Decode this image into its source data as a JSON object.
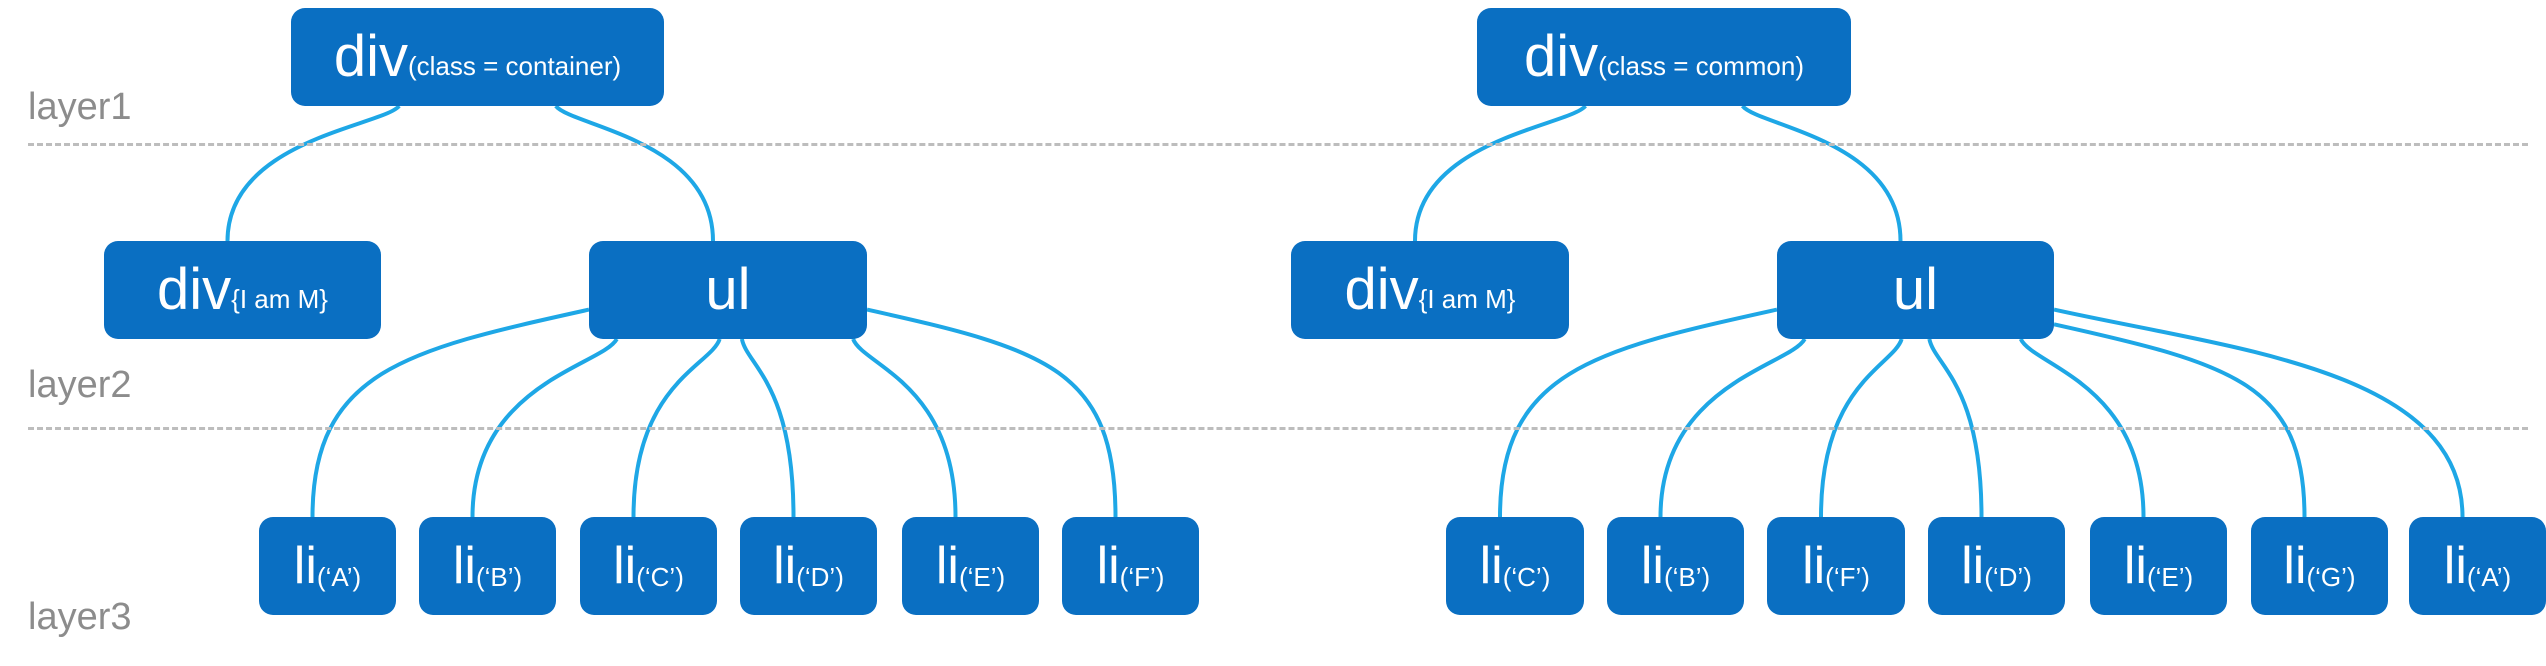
{
  "layers": {
    "layer1": "layer1",
    "layer2": "layer2",
    "layer3": "layer3"
  },
  "colors": {
    "node": "#0a6fc2",
    "edge": "#1ea7e6",
    "divider": "#bdbdbd",
    "label": "#8c8c8c"
  },
  "trees": [
    {
      "root": {
        "tag": "div",
        "detail": "(class = container)"
      },
      "child_div": {
        "tag": "div",
        "detail": "{I am M}"
      },
      "list": {
        "tag": "ul"
      },
      "items": [
        {
          "tag": "li",
          "detail": "(‘A’)"
        },
        {
          "tag": "li",
          "detail": "(‘B’)"
        },
        {
          "tag": "li",
          "detail": "(‘C’)"
        },
        {
          "tag": "li",
          "detail": "(‘D’)"
        },
        {
          "tag": "li",
          "detail": "(‘E’)"
        },
        {
          "tag": "li",
          "detail": "(‘F’)"
        }
      ]
    },
    {
      "root": {
        "tag": "div",
        "detail": "(class = common)"
      },
      "child_div": {
        "tag": "div",
        "detail": "{I am M}"
      },
      "list": {
        "tag": "ul"
      },
      "items": [
        {
          "tag": "li",
          "detail": "(‘C’)"
        },
        {
          "tag": "li",
          "detail": "(‘B’)"
        },
        {
          "tag": "li",
          "detail": "(‘F’)"
        },
        {
          "tag": "li",
          "detail": "(‘D’)"
        },
        {
          "tag": "li",
          "detail": "(‘E’)"
        },
        {
          "tag": "li",
          "detail": "(‘G’)"
        },
        {
          "tag": "li",
          "detail": "(‘A’)"
        }
      ]
    }
  ]
}
